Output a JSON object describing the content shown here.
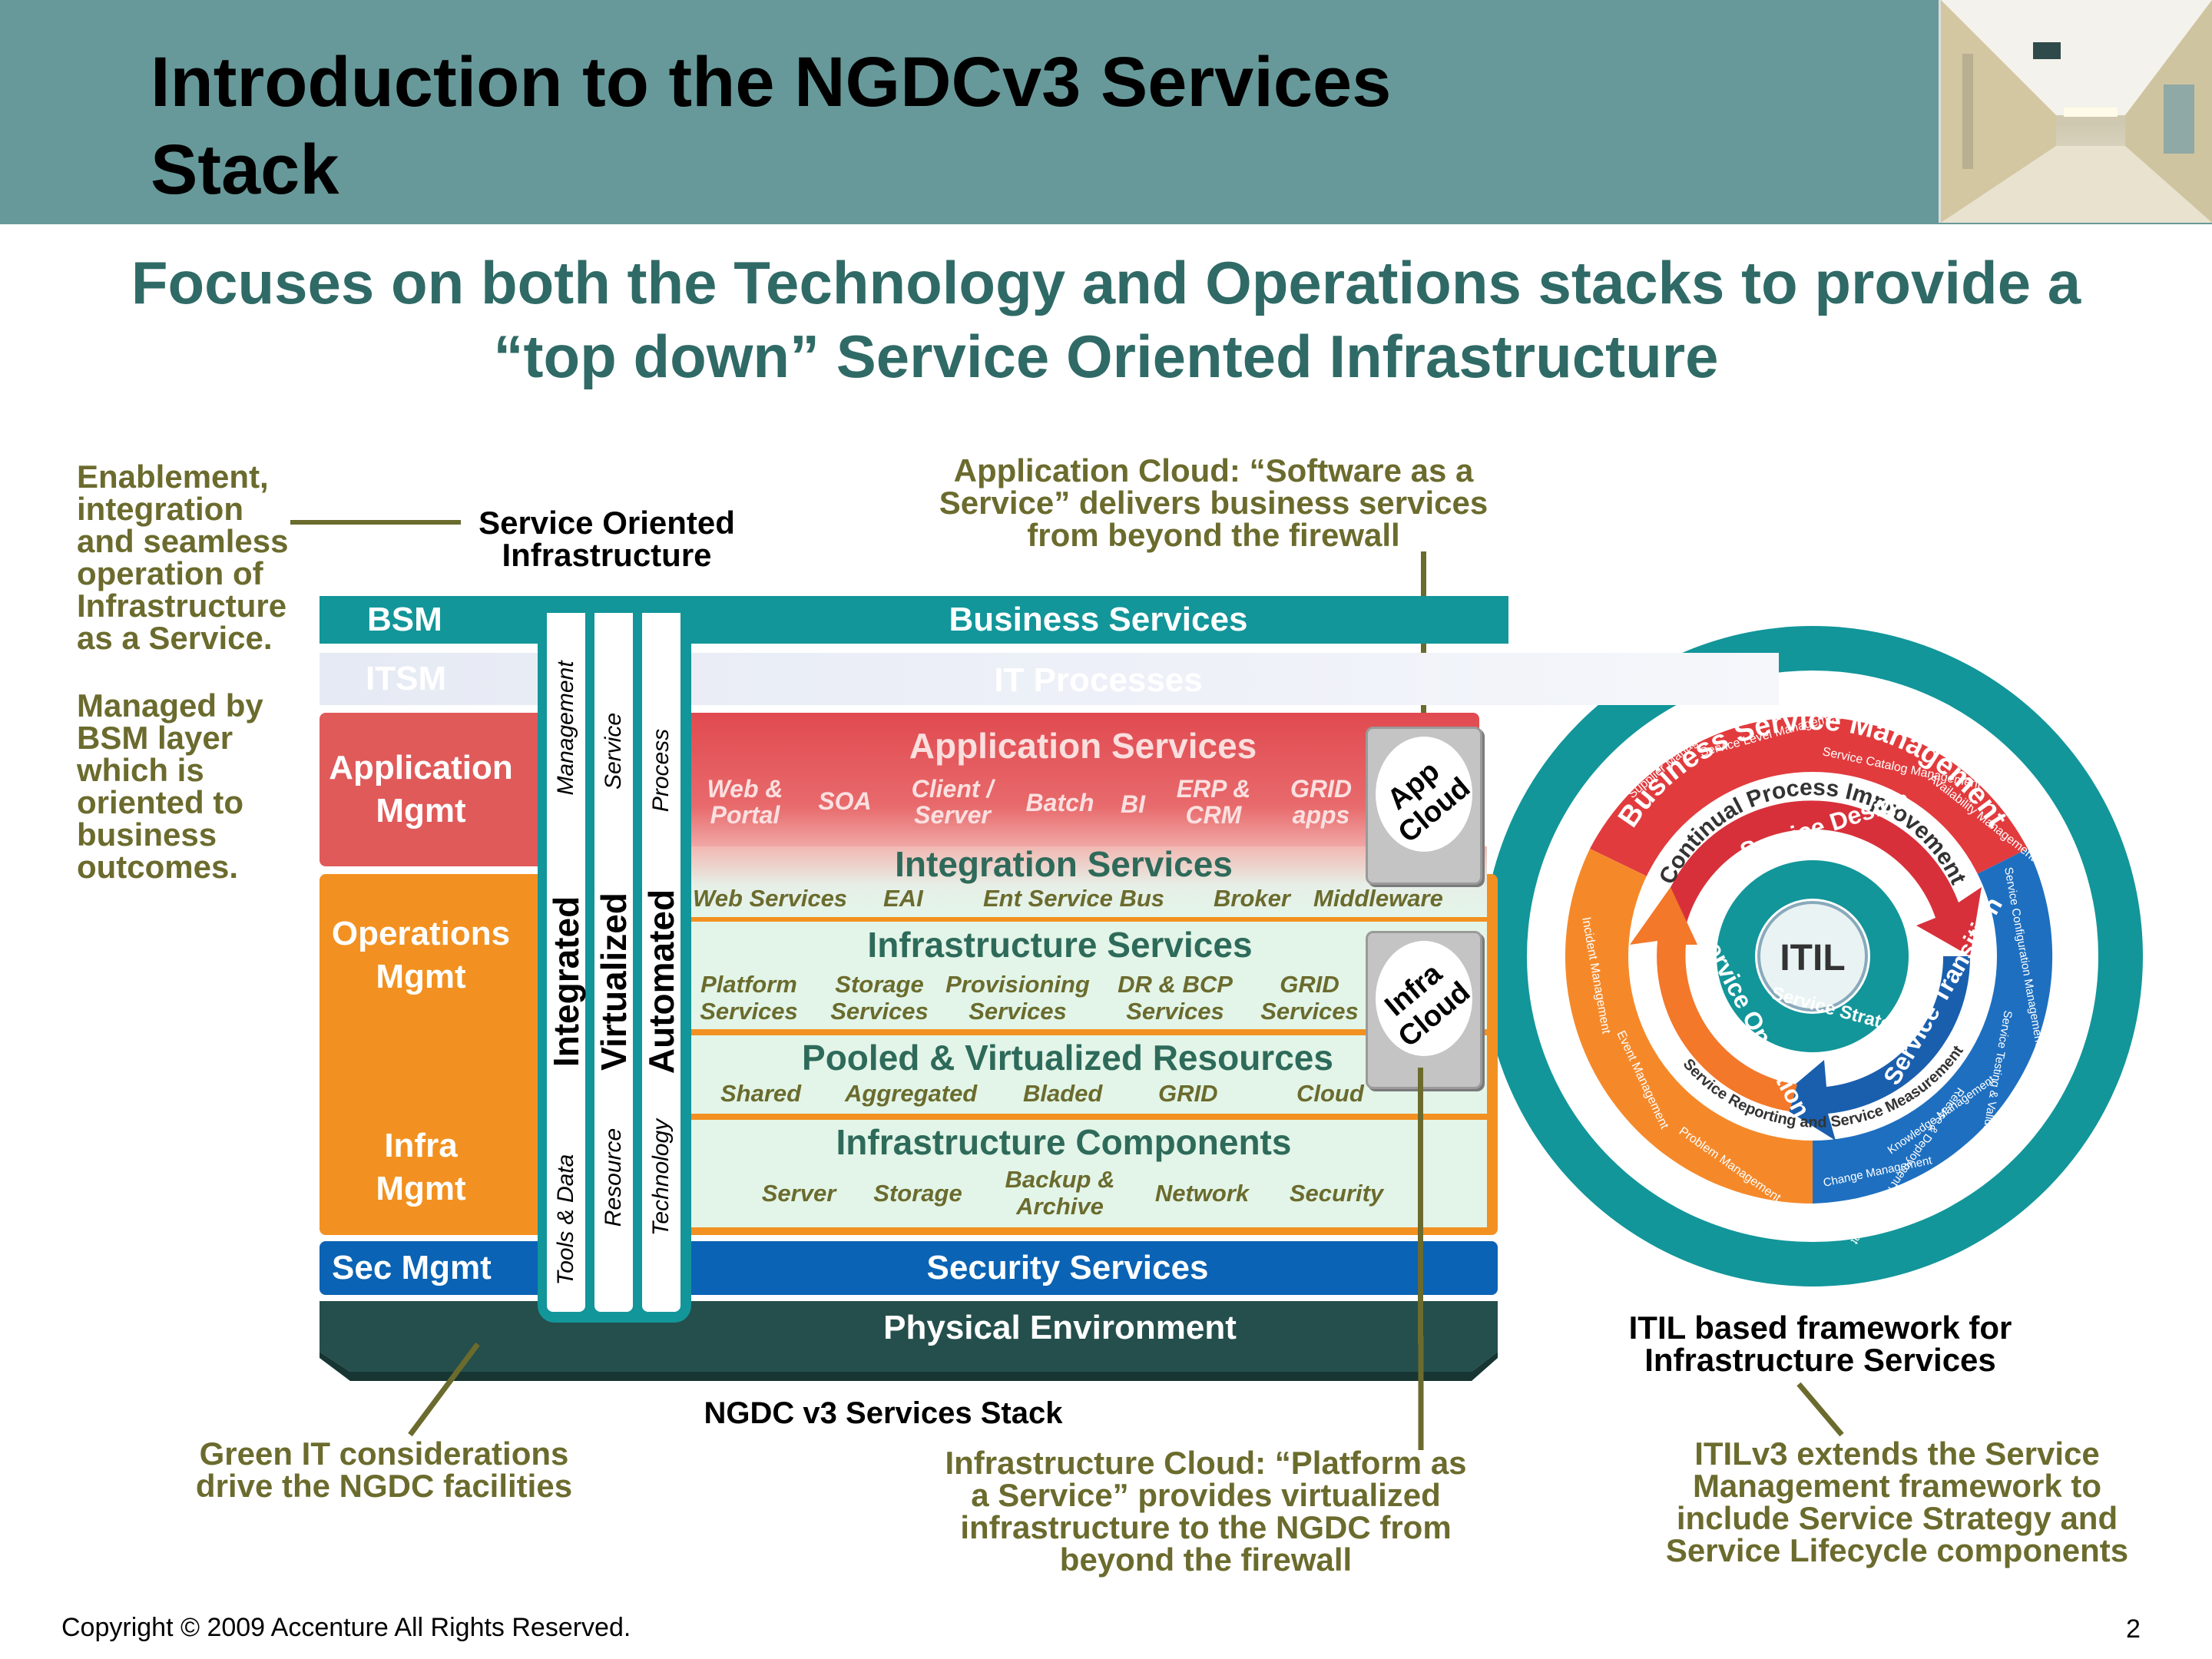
{
  "header": {
    "title_line1": "Introduction to the NGDCv3 Services",
    "title_line2": "Stack"
  },
  "subtitle": {
    "line1": "Focuses on both the Technology and Operations stacks to provide a",
    "line2": "“top down” Service Oriented Infrastructure"
  },
  "left_notes": {
    "note1": [
      "Enablement,",
      "integration",
      "and seamless",
      "operation of",
      "Infrastructure",
      "as a Service."
    ],
    "note2": [
      "Managed by",
      "BSM layer",
      "which is",
      "oriented to",
      "business",
      "outcomes."
    ]
  },
  "soi_label": [
    "Service Oriented",
    "Infrastructure"
  ],
  "app_cloud_note": [
    "Application Cloud: “Software as a",
    "Service” delivers business services",
    "from beyond the firewall"
  ],
  "stack": {
    "bsm_label": "BSM",
    "bsm_text": "Business Services",
    "itsm_label": "ITSM",
    "itsm_text": "IT Processes",
    "app_mgmt": [
      "Application",
      "Mgmt"
    ],
    "ops_mgmt": [
      "Operations",
      "Mgmt"
    ],
    "infra_mgmt": [
      "Infra",
      "Mgmt"
    ],
    "sec_mgmt": "Sec Mgmt",
    "security_services": "Security Services",
    "physical_env": "Physical Environment",
    "caption": "NGDC v3 Services Stack",
    "columns": [
      {
        "top": "Management",
        "main": "Integrated",
        "bottom": "Tools & Data"
      },
      {
        "top": "Service",
        "main": "Virtualized",
        "bottom": "Resource"
      },
      {
        "top": "Process",
        "main": "Automated",
        "bottom": "Technology"
      }
    ],
    "application_services": {
      "title": "Application Services",
      "items": [
        [
          "Web &",
          "Portal"
        ],
        [
          "SOA"
        ],
        [
          "Client /",
          "Server"
        ],
        [
          "Batch"
        ],
        [
          "BI"
        ],
        [
          "ERP &",
          "CRM"
        ],
        [
          "GRID",
          "apps"
        ]
      ]
    },
    "integration_services": {
      "title": "Integration Services",
      "items": [
        "Web Services",
        "EAI",
        "Ent Service Bus",
        "Broker",
        "Middleware"
      ]
    },
    "infrastructure_services": {
      "title": "Infrastructure Services",
      "items": [
        [
          "Platform",
          "Services"
        ],
        [
          "Storage",
          "Services"
        ],
        [
          "Provisioning",
          "Services"
        ],
        [
          "DR & BCP",
          "Services"
        ],
        [
          "GRID",
          "Services"
        ]
      ]
    },
    "pooled_resources": {
      "title": "Pooled & Virtualized Resources",
      "items": [
        "Shared",
        "Aggregated",
        "Bladed",
        "GRID",
        "Cloud"
      ]
    },
    "infrastructure_components": {
      "title": "Infrastructure Components",
      "items": [
        [
          "Server"
        ],
        [
          "Storage"
        ],
        [
          "Backup &",
          "Archive"
        ],
        [
          "Network"
        ],
        [
          "Security"
        ]
      ]
    },
    "app_cloud": [
      "App",
      "Cloud"
    ],
    "infra_cloud": [
      "Infra",
      "Cloud"
    ]
  },
  "itil_wheel": {
    "outer_text": "Business Service Management",
    "ring_text": "Continual Process Improvement",
    "bottom_text": "Service Reporting and Service Measurement",
    "center": "ITIL",
    "arcs": [
      "Service Design",
      "Service Transition",
      "Service Operation",
      "Service Strategy"
    ],
    "design_items": [
      "Supplier Management",
      "Service Level Management",
      "Service Catalog Management",
      "Availability Management"
    ],
    "transition_items": [
      "Service Configuration Management System",
      "Service Testing & Validation",
      "Release & Deployment Management",
      "Knowledge Management",
      "Change Management"
    ],
    "operation_items": [
      "Incident Management",
      "Event Management",
      "Problem Management"
    ],
    "caption": [
      "ITIL based framework for",
      "Infrastructure Services"
    ]
  },
  "bottom_notes": {
    "green_it": [
      "Green IT considerations",
      "drive the NGDC facilities"
    ],
    "infra_cloud": [
      "Infrastructure Cloud: “Platform as",
      "a Service” provides virtualized",
      "infrastructure to the NGDC from",
      "beyond the firewall"
    ],
    "itilv3": [
      "ITILv3 extends the Service",
      "Management framework to",
      "include Service Strategy and",
      "Service Lifecycle components"
    ]
  },
  "footer": {
    "copyright": "Copyright © 2009 Accenture All Rights Reserved.",
    "page": "2"
  },
  "colors": {
    "header": "#67999a",
    "teal": "#12969a",
    "app_red": "#e05a5a",
    "ops_orange": "#f29121",
    "sec_blue": "#0a63b4",
    "physical": "#244f4c",
    "olive": "#6b6b2e"
  },
  "icons": [
    "hallway-photo",
    "cloud-icon"
  ]
}
